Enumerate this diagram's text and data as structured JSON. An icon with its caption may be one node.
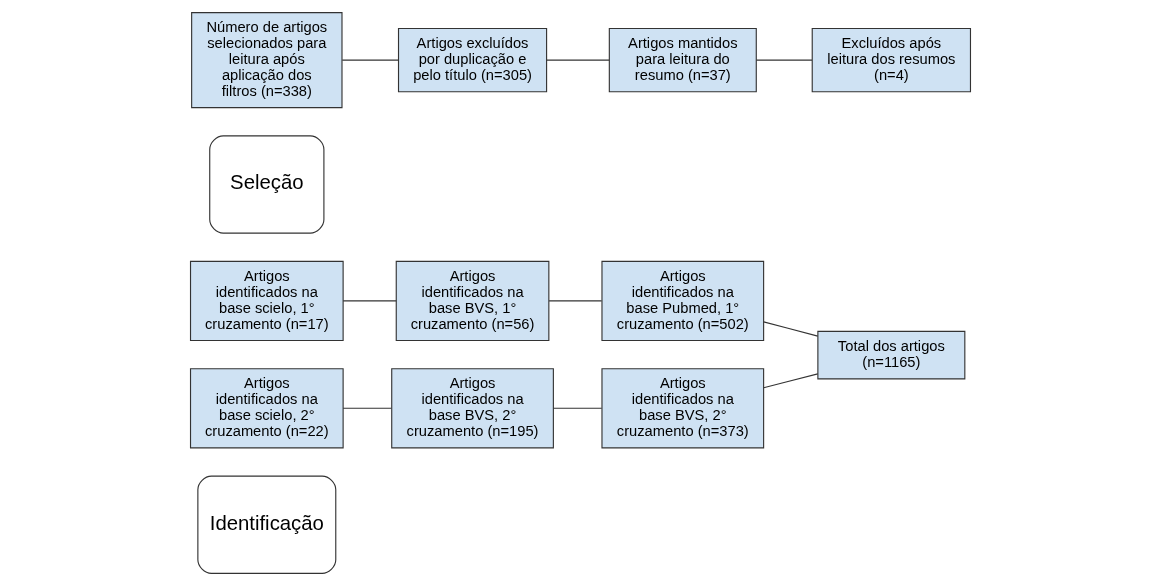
{
  "diagram": {
    "nodes": [
      {
        "text": [
          "Identificação"
        ]
      },
      {
        "text": [
          "Artigos identificados na base scielo, 1° cruzamento (n=17)"
        ]
      },
      {
        "text": [
          "Artigos identificados na base BVS, 1° cruzamento (n=56)"
        ]
      },
      {
        "text": [
          "Artigos identificados na base Pubmed, 1° cruzamento (n=502)"
        ]
      },
      {
        "text": [
          "Artigos identificados na base scielo, 2° cruzamento (n=22)"
        ]
      },
      {
        "text": [
          "Artigos identificados na base BVS, 2° cruzamento (n=195)"
        ]
      },
      {
        "text": [
          "Artigos identificados na base BVS, 2° cruzamento (n=373)"
        ]
      },
      {
        "text": [
          "Total dos artigos (n=1165)"
        ]
      },
      {
        "text": [
          "Seleção"
        ]
      },
      {
        "text": [
          "Número de artigos selecionados para leitura após aplicação dos filtros (n=338)"
        ]
      },
      {
        "text": [
          "Artigos excluídos por duplicação e pelo título (n=305)"
        ]
      },
      {
        "text": [
          "Artigos mantidos para leitura do resumo (n=37)"
        ]
      },
      {
        "text": [
          "Excluídos após leitura dos resumos (n=4)"
        ]
      }
    ],
    "edges": [
      {
        "from": 1,
        "to": 2,
        "arrow": "none"
      },
      {
        "from": 2,
        "to": 3,
        "arrow": "none"
      },
      {
        "from": 3,
        "to": 7,
        "arrow": "none"
      },
      {
        "from": 4,
        "to": 5,
        "arrow": "none"
      },
      {
        "from": 5,
        "to": 6,
        "arrow": "none"
      },
      {
        "from": 6,
        "to": 7,
        "arrow": "none"
      },
      {
        "from": 9,
        "to": 10,
        "arrow": "none"
      },
      {
        "from": 10,
        "to": 11,
        "arrow": "none"
      },
      {
        "from": 11,
        "to": 12,
        "arrow": "none"
      }
    ]
  }
}
